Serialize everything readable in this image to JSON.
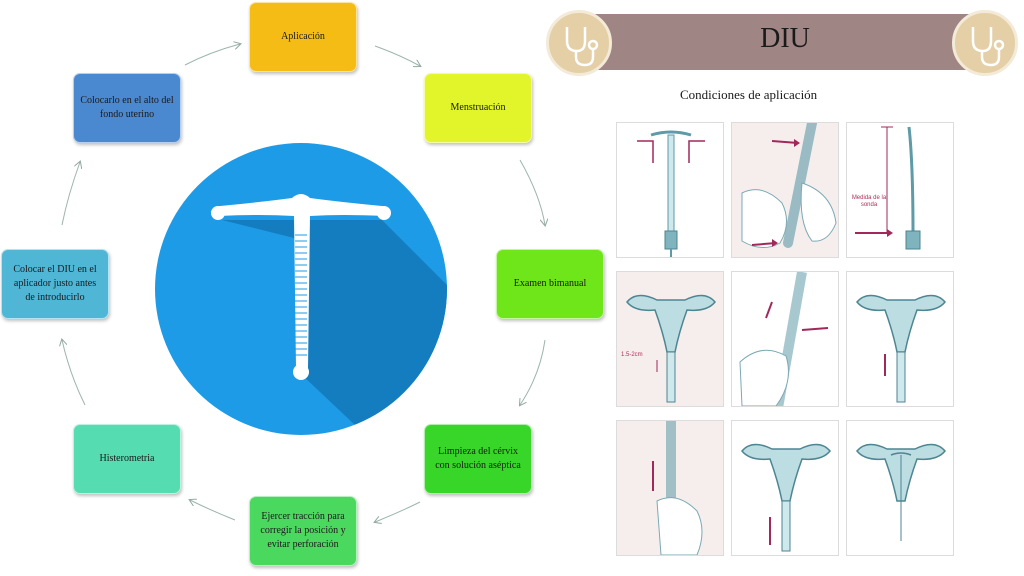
{
  "banner": {
    "title": "DIU",
    "subtitle": "Condiciones de aplicación",
    "color": "#a08585",
    "medallion_icon": "stethoscope-icon"
  },
  "cycle_steps": [
    {
      "label": "Aplicación",
      "color": "#f5bc15"
    },
    {
      "label": "Menstruación",
      "color": "#e2f52a"
    },
    {
      "label": "Examen bimanual",
      "color": "#6fe619"
    },
    {
      "label": "Limpieza del cérvix con solución aséptica",
      "color": "#37d628"
    },
    {
      "label": "Ejercer tracción para corregir la posición y evitar perforación",
      "color": "#4bd85f"
    },
    {
      "label": "Histerometria",
      "color": "#55dcb0"
    },
    {
      "label": "Colocar el DIU en el aplicador justo antes de introducirlo",
      "color": "#4fb6d6"
    },
    {
      "label": "Colocarlo en el alto del fondo uterino",
      "color": "#4a88d0"
    }
  ],
  "center_icon": "iud-icon",
  "center_color": "#1e9be6",
  "illustration_labels": {
    "probe_measure": "Medida de la sonda",
    "distance": "1.5-2cm"
  }
}
